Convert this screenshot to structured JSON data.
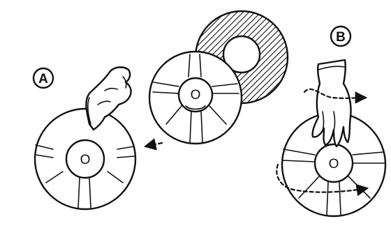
{
  "labels": {
    "step_a": "A",
    "step_b": "B"
  },
  "hub_marks": {
    "left_disc": "O",
    "middle_disc": "O",
    "right_disc": "O"
  },
  "colors": {
    "ink": "#111111",
    "paper": "#ffffff"
  },
  "icons": [
    "hand-icon",
    "glove-icon",
    "disc-icon",
    "hatched-ring-icon",
    "dashed-arrow-icon"
  ]
}
